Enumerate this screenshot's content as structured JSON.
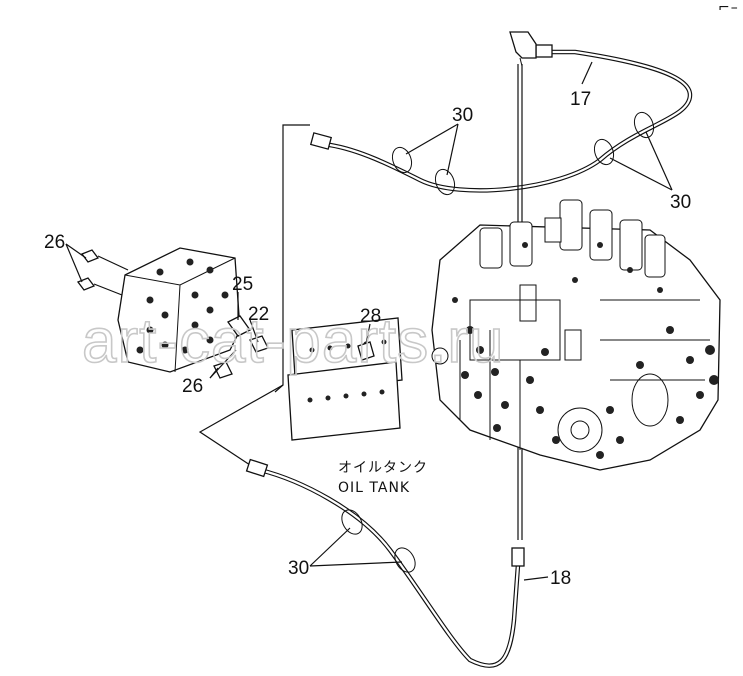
{
  "watermark": "art-cat-parts.ru",
  "corner_mark": "⌐–",
  "callouts": {
    "c17": "17",
    "c18": "18",
    "c22": "22",
    "c25": "25",
    "c26_top": "26",
    "c26_bottom": "26",
    "c28": "28",
    "c30_top": "30",
    "c30_right": "30",
    "c30_bottom": "30"
  },
  "oil_tank_jp": "オイルタンク",
  "oil_tank_en": "OIL TANK"
}
